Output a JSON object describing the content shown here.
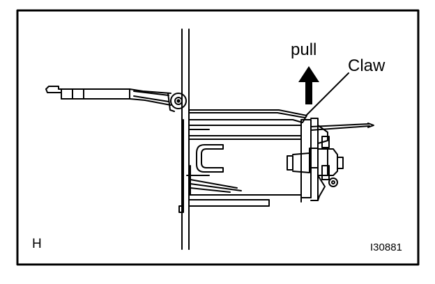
{
  "labels": {
    "pull": "pull",
    "claw": "Claw",
    "view_letter": "H",
    "figure_id": "I30881"
  },
  "colors": {
    "line": "#000000",
    "background": "#ffffff"
  }
}
